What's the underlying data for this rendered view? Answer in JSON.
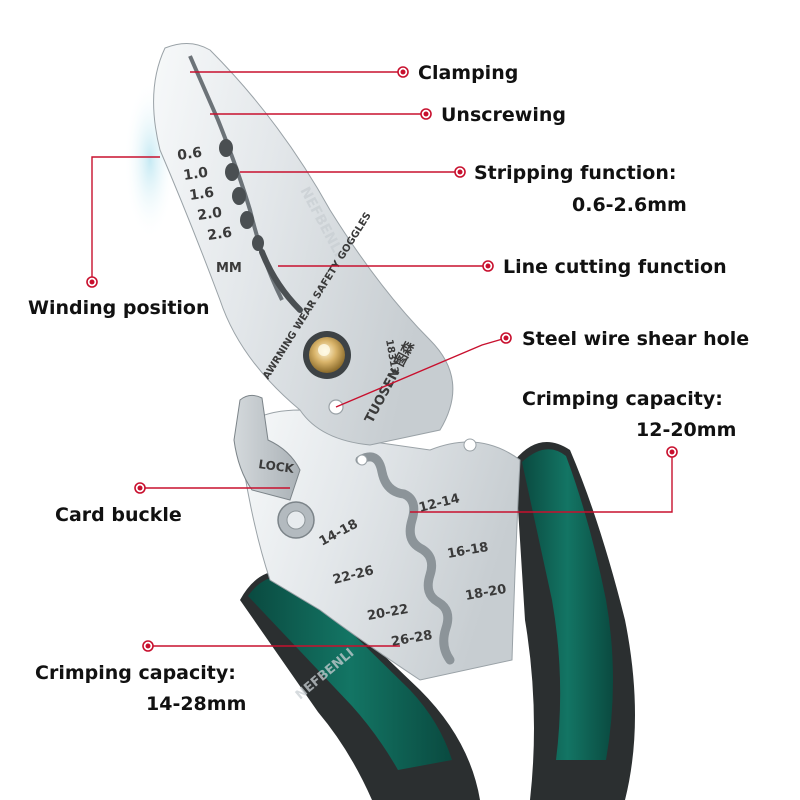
{
  "callouts": {
    "clamping": "Clamping",
    "unscrewing": "Unscrewing",
    "stripping_line1": "Stripping function:",
    "stripping_line2": "0.6-2.6mm",
    "line_cutting": "Line cutting function",
    "winding": "Winding position",
    "steel_wire": "Steel wire shear hole",
    "crimp_upper_line1": "Crimping capacity:",
    "crimp_upper_line2": "12-20mm",
    "card_buckle": "Card buckle",
    "crimp_lower_line1": "Crimping capacity:",
    "crimp_lower_line2": "14-28mm"
  },
  "tool": {
    "strip_sizes": [
      "0.6",
      "1.0",
      "1.6",
      "2.0",
      "2.6"
    ],
    "strip_unit": "MM",
    "brand_watermark": "NEFBENLI",
    "warning_text": "AWRNING WEAR SAFETY GOGGLES",
    "model_number": "18313",
    "maker": "TUOSEN",
    "maker_suffix": "图森",
    "lock_label": "LOCK",
    "crimp_left": [
      "14-18",
      "22-26",
      "20-22",
      "26-28"
    ],
    "crimp_right": [
      "12-14",
      "16-18",
      "18-20"
    ]
  },
  "colors": {
    "leader": "#c8102e",
    "handle_green": "#0e5c50",
    "handle_dark": "#2b2f30",
    "steel": "#e7ebee"
  }
}
